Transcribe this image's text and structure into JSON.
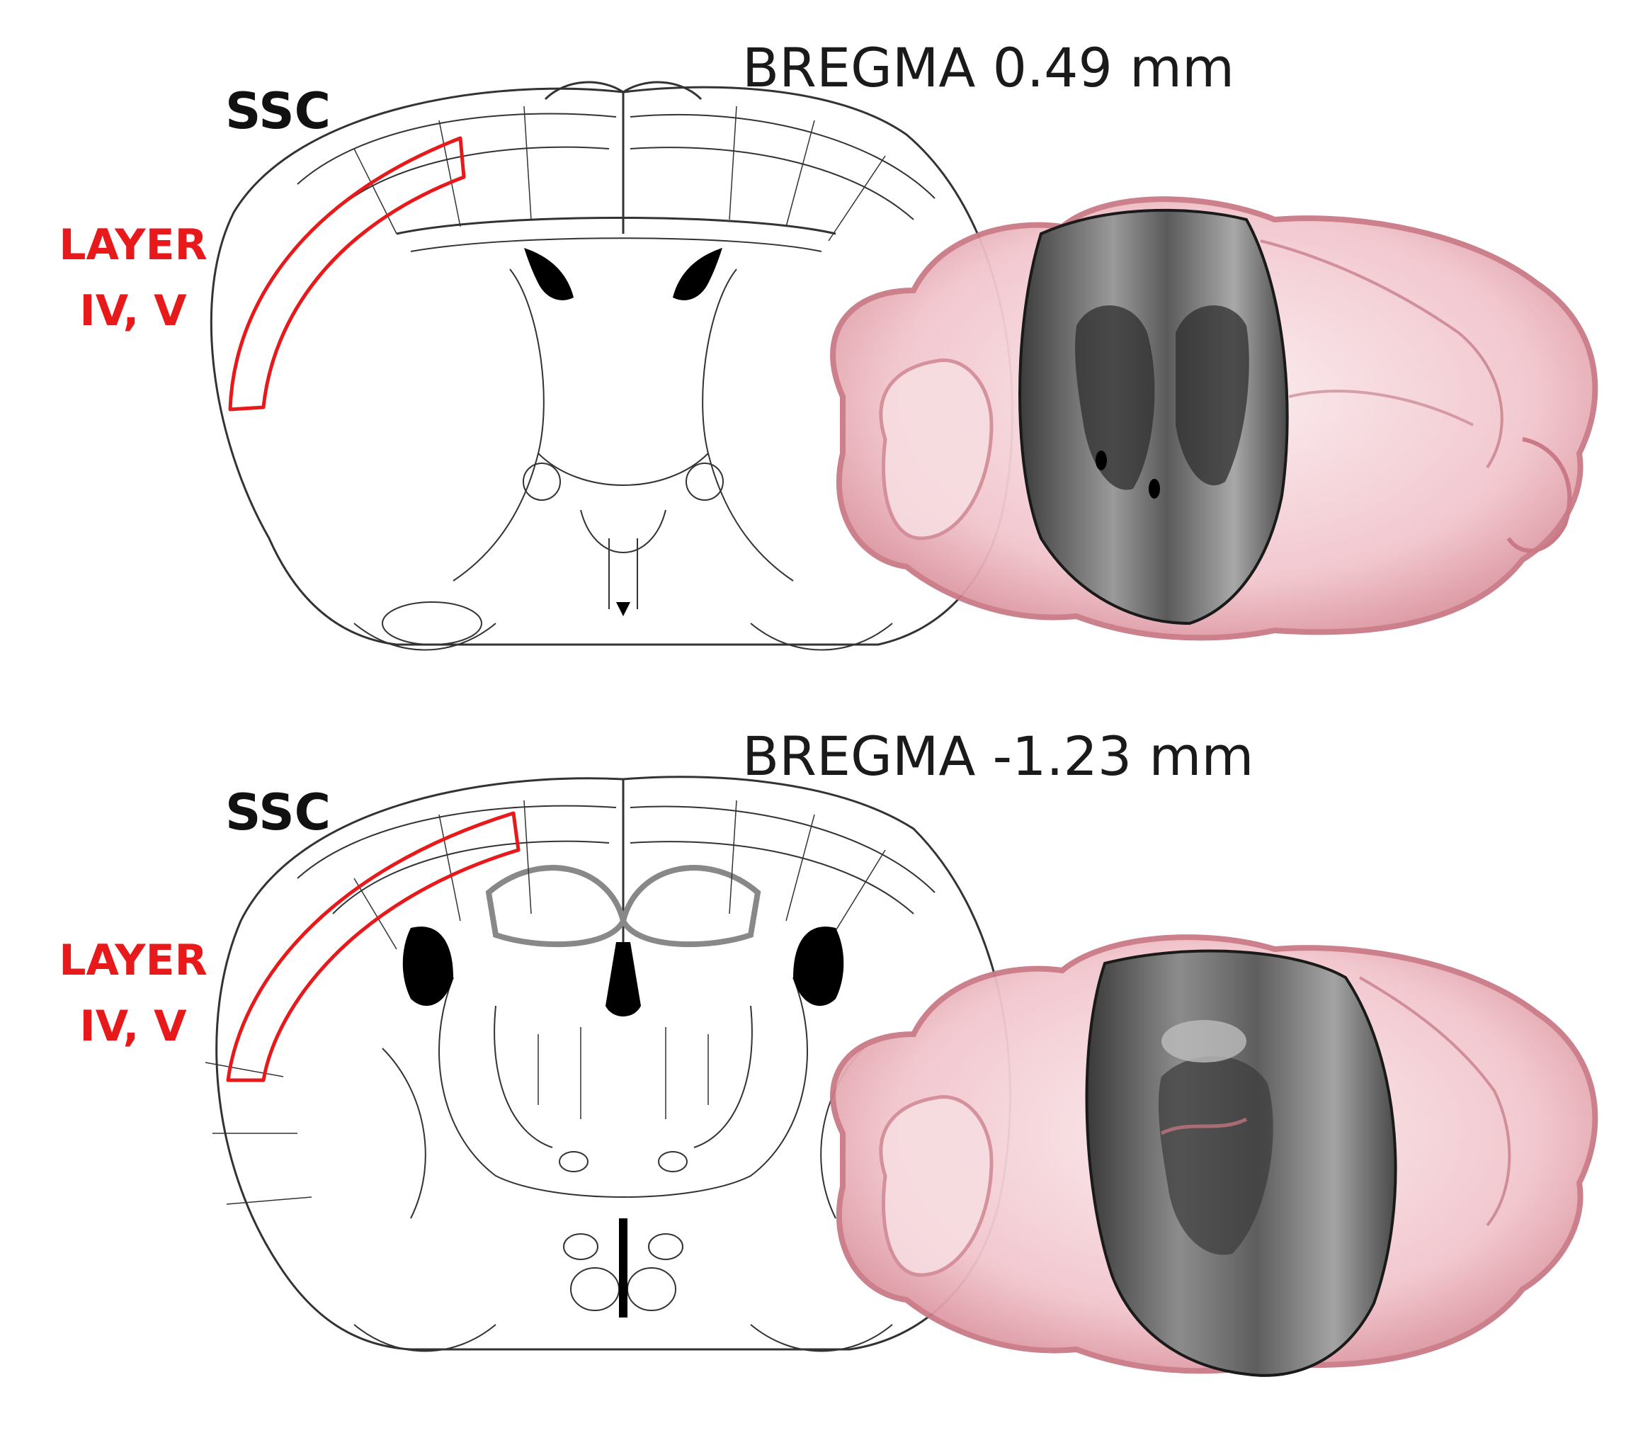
{
  "colors": {
    "highlight": "#e8191b",
    "outline": "#333333",
    "tissue": "#f4c9cf",
    "tissue_edge": "#c97a86",
    "section_gray": "#6e6e6e"
  },
  "panels": [
    {
      "bregma_label": "BREGMA 0.49 mm",
      "region_label": "SSC",
      "layer_line1": "LAYER",
      "layer_line2": "IV, V"
    },
    {
      "bregma_label": "BREGMA -1.23 mm",
      "region_label": "SSC",
      "layer_line1": "LAYER",
      "layer_line2": "IV, V"
    }
  ]
}
